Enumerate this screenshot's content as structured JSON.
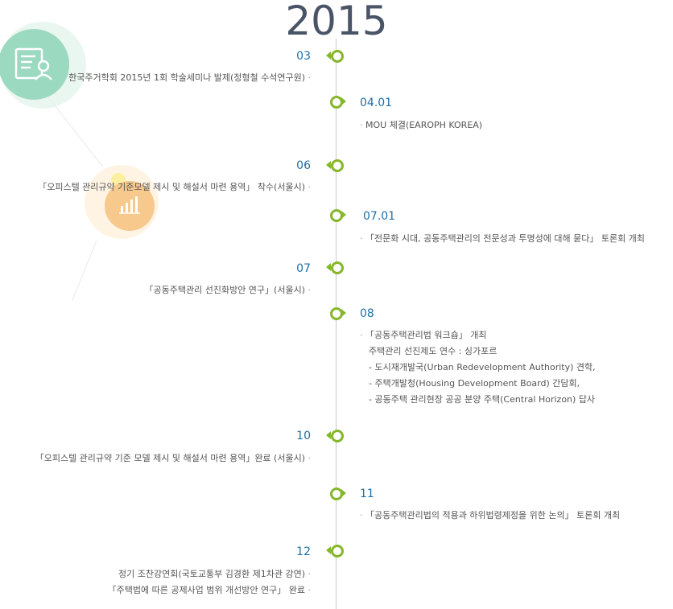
{
  "year": "2015",
  "entries": [
    {
      "month": "03",
      "lines": [
        "한국주거학회 2015년 1회 학술세미나 발제(정형철 수석연구원)"
      ]
    },
    {
      "month": "04.01",
      "lines": [
        "MOU 체결(EAROPH KOREA)"
      ]
    },
    {
      "month": "06",
      "lines": [
        "「오피스텔 관리규약 기준모델 제시 및 해설서 마련 용역」 착수(서울시)"
      ]
    },
    {
      "month": "07.01",
      "lines": [
        "「전문화 시대, 공동주택관리의 전문성과 투명성에 대해 묻다」 토론회 개최"
      ]
    },
    {
      "month": "07",
      "lines": [
        "「공동주택관리 선진화방안 연구」(서울시)"
      ]
    },
    {
      "month": "08",
      "lines": [
        "「공동주택관리법 워크숍」 개최",
        "주택관리 선진제도 연수 : 싱가포르",
        "- 도시재개발국(Urban Redevelopment Authority) 견학,",
        "- 주택개발청(Housing Development Board) 간담회,",
        "- 공동주택 관리현장 공공 분양 주택(Central Horizon) 답사"
      ]
    },
    {
      "month": "10",
      "lines": [
        "「오피스텔 관리규약 기준 모델 제시 및 해설서 마련 용역」완료 (서울시)"
      ]
    },
    {
      "month": "11",
      "lines": [
        "「공동주택관리법의 적용과 하위법령제정을 위한 논의」 토론회 개최"
      ]
    },
    {
      "month": "12",
      "lines": [
        "정기 조찬강연회(국토교통부 김경환 제1차관 강연)",
        "「주택법에 따른 공제사업 범위 개선방안 연구」 완료"
      ]
    }
  ]
}
